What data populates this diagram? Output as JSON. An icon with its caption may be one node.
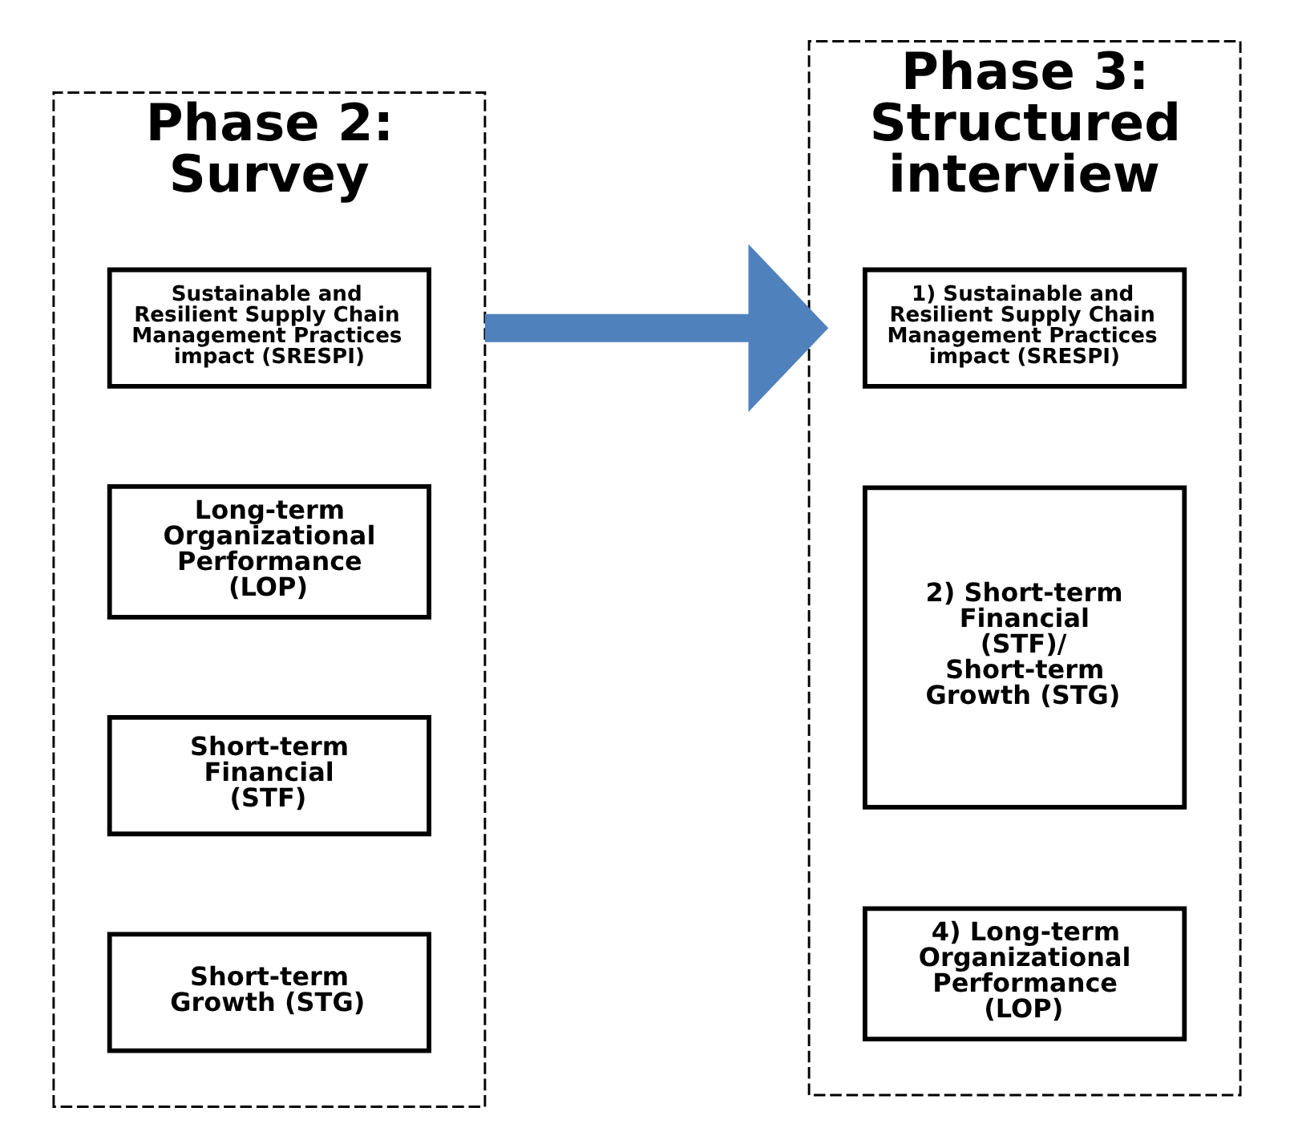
{
  "diagram": {
    "nodes": [
      {
        "text": [
          "Phase 2: Survey"
        ]
      },
      {
        "text": [
          "Sustainable and Resilient Supply Chain Management Practices impact (SRESPI)"
        ],
        "in": 0
      },
      {
        "text": [
          "Long-term Organizational Performance (LOP)"
        ],
        "in": 0
      },
      {
        "text": [
          "Short-term Financial (STF)"
        ],
        "in": 0
      },
      {
        "text": [
          "Short-term Growth (STG)"
        ],
        "in": 0
      },
      {
        "text": [
          "Phase 3: Structured interview"
        ]
      },
      {
        "text": [
          "1) Sustainable and Resilient Supply Chain Management Practices impact (SRESPI)"
        ],
        "in": 5
      },
      {
        "text": [
          "2) Short-term Financial (STF)/ Short-term Growth (STG)"
        ],
        "in": 5
      },
      {
        "text": [
          "4) Long-term Organizational Performance (LOP)"
        ],
        "in": 5
      }
    ],
    "edges": [
      {
        "from": 0,
        "to": 5,
        "arrow": "to",
        "color": "#4f81bd"
      }
    ]
  }
}
